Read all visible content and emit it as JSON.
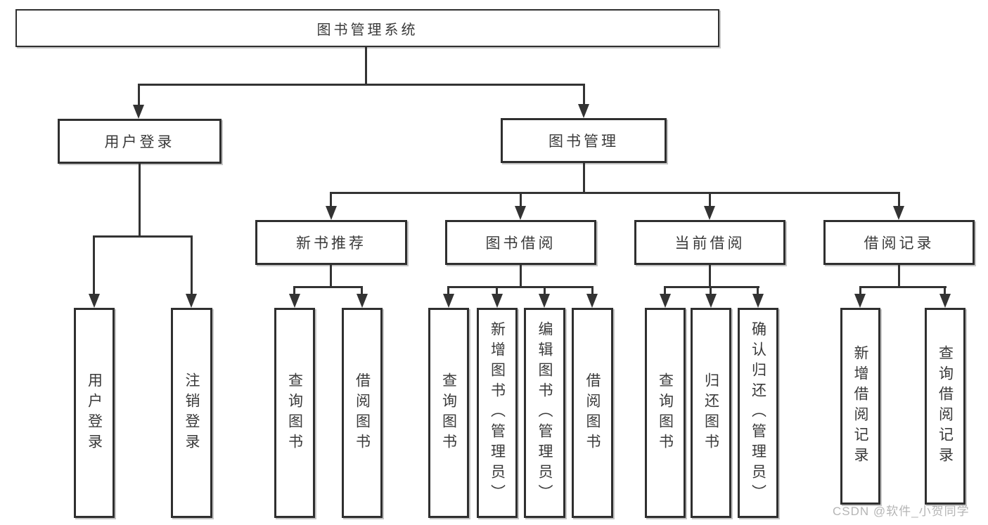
{
  "diagram": {
    "root": {
      "label": "图书管理系统"
    },
    "level2": {
      "user_login": "用户登录",
      "book_mgmt": "图书管理"
    },
    "level3": {
      "new_book_rec": "新书推荐",
      "book_borrow": "图书借阅",
      "current_borrow": "当前借阅",
      "borrow_records": "借阅记录"
    },
    "leaves": {
      "user_login": "用户登录",
      "logout": "注销登录",
      "rec_query_book": "查询图书",
      "rec_borrow_book": "借阅图书",
      "bb_query_book": "查询图书",
      "bb_add_book": "新增图书（管理员）",
      "bb_edit_book": "编辑图书（管理员）",
      "bb_borrow_book": "借阅图书",
      "cb_query_book": "查询图书",
      "cb_return_book": "归还图书",
      "cb_confirm_return": "确认归还（管理员）",
      "br_add_record": "新增借阅记录",
      "br_query_record": "查询借阅记录"
    },
    "colors": {
      "box_border": "#2f2f2f",
      "connector": "#333333",
      "text": "#3a3a3a",
      "watermark": "#b5b5b5"
    }
  },
  "watermark": {
    "text": "CSDN @软件_小贺同学"
  }
}
